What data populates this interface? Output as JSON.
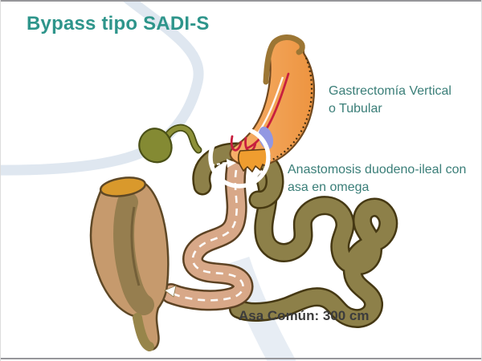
{
  "slide": {
    "title": "Bypass tipo SADI-S",
    "annotations": {
      "gastrectomy": {
        "line1": "Gastrectomía Vertical",
        "line2": "o Tubular"
      },
      "anastomosis": {
        "line1": "Anastomosis duodeno-ileal con",
        "line2": "asa en omega"
      },
      "common_channel": {
        "text": "Asa Común: 300 cm"
      }
    },
    "diagram": {
      "parts": [
        "gastric-sleeve",
        "fundus-resection-edge",
        "staple-line",
        "gastric-vessels",
        "duodenal-stump-purple",
        "duodeno-ileal-anastomosis",
        "anastomosis-highlight-ring",
        "gallbladder",
        "biliopancreatic-olive-loops",
        "alimentary-limb-dashed-path",
        "cecum-colon-sac",
        "appendix-tail",
        "food-path-arrow",
        "background-swoosh"
      ],
      "colors": {
        "title_teal": "#2e958b",
        "label_teal": "#3a7e78",
        "dark_text": "#3c3c3c",
        "sleeve_orange": "#f2a055",
        "sleeve_outline": "#71491f",
        "fundus_brown": "#9c7634",
        "vessel_red": "#c81f3e",
        "stump_purple": "#9297e2",
        "gallbladder_green": "#848a33",
        "alimentary_tan": "#d8a888",
        "intestine_olive": "#8d8049",
        "cecum_tan": "#c69a6d",
        "opening_orange": "#d9992c",
        "swoosh_blue": "#dfe7f0",
        "ring_white": "#ffffff",
        "border_gray": "#96969a"
      }
    }
  }
}
